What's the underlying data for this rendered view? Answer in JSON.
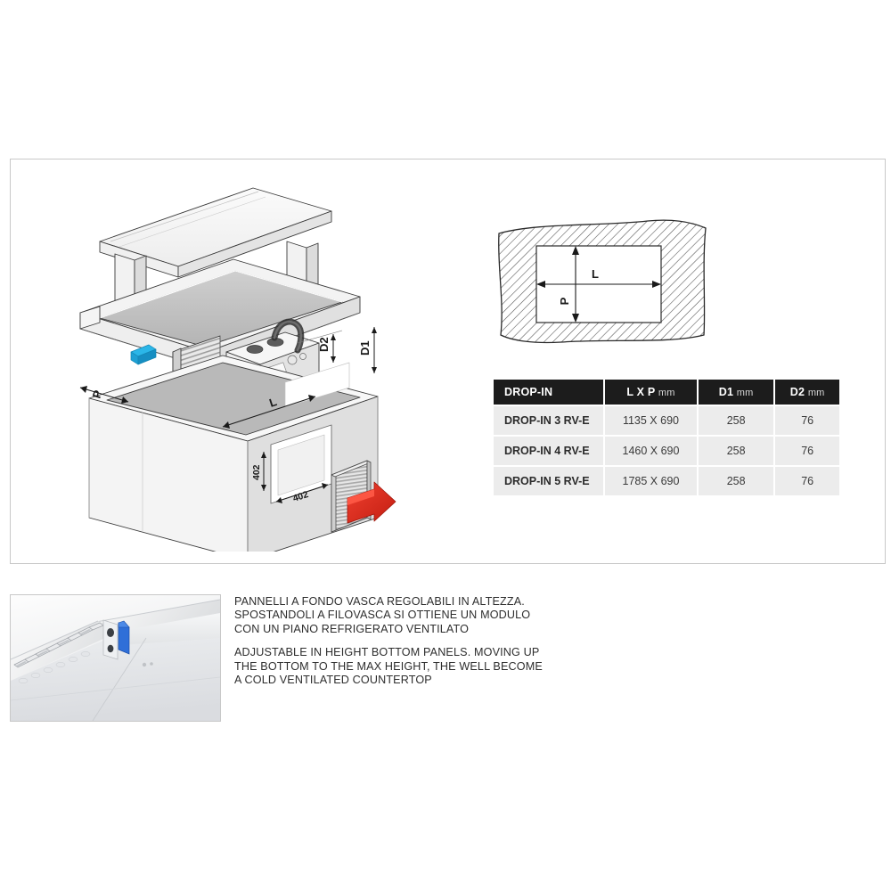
{
  "document": {
    "kind": "product-technical-datasheet"
  },
  "main_panel": {
    "iso_drawing": {
      "name": "exploded-isometric-drop-in-unit",
      "dimension_labels": {
        "depth": "P",
        "length": "L",
        "d1": "D1",
        "d2": "D2",
        "height_vertical": "402",
        "width_horizontal": "402"
      },
      "parts": {
        "overshelf": "overshelf-canopy",
        "well": "refrigerated-well-basin",
        "condenser": "condenser-coil",
        "compressor": "compressor-unit",
        "duct": "flexible-air-duct",
        "grille": "ventilation-louver-grille",
        "bracket": "blue-adjustable-bracket",
        "airflow_arrow": "red-airflow-arrow"
      },
      "colors": {
        "arrow_red": "#e02b20",
        "bracket_blue": "#1ea7dd",
        "line": "#3a3a3a",
        "fill_light": "#f2f2f2",
        "fill_mid": "#d8d8d8",
        "fill_dark": "#9a9a9a"
      }
    },
    "cutout_diagram": {
      "name": "countertop-cutout-dimension-diagram",
      "labels": {
        "length": "L",
        "depth": "P"
      },
      "colors": {
        "hatch": "#555555",
        "outline": "#2a2a2a"
      }
    },
    "table": {
      "headers": [
        {
          "title": "DROP-IN",
          "unit": ""
        },
        {
          "title": "L X P",
          "unit": "mm"
        },
        {
          "title": "D1",
          "unit": "mm"
        },
        {
          "title": "D2",
          "unit": "mm"
        }
      ],
      "rows": [
        {
          "model": "DROP-IN 3 RV-E",
          "lxp": "1135 X 690",
          "d1": "258",
          "d2": "76"
        },
        {
          "model": "DROP-IN 4 RV-E",
          "lxp": "1460 X 690",
          "d1": "258",
          "d2": "76"
        },
        {
          "model": "DROP-IN 5 RV-E",
          "lxp": "1785 X 690",
          "d1": "258",
          "d2": "76"
        }
      ],
      "colors": {
        "header_bg": "#1c1c1c",
        "header_fg": "#ffffff",
        "row_bg": "#ececec"
      }
    }
  },
  "bottom_section": {
    "photo": {
      "name": "well-bottom-panel-photo",
      "alt": "stainless steel refrigerated well interior with ventilation slots and blue adjustment bracket"
    },
    "caption": {
      "italian": "PANNELLI A FONDO VASCA REGOLABILI IN ALTEZZA.\nSPOSTANDOLI A FILOVASCA SI OTTIENE UN MODULO\nCON UN PIANO REFRIGERATO VENTILATO",
      "english": "ADJUSTABLE IN HEIGHT BOTTOM PANELS. MOVING UP\nTHE BOTTOM TO THE MAX HEIGHT, THE WELL BECOME\nA COLD VENTILATED COUNTERTOP"
    }
  }
}
